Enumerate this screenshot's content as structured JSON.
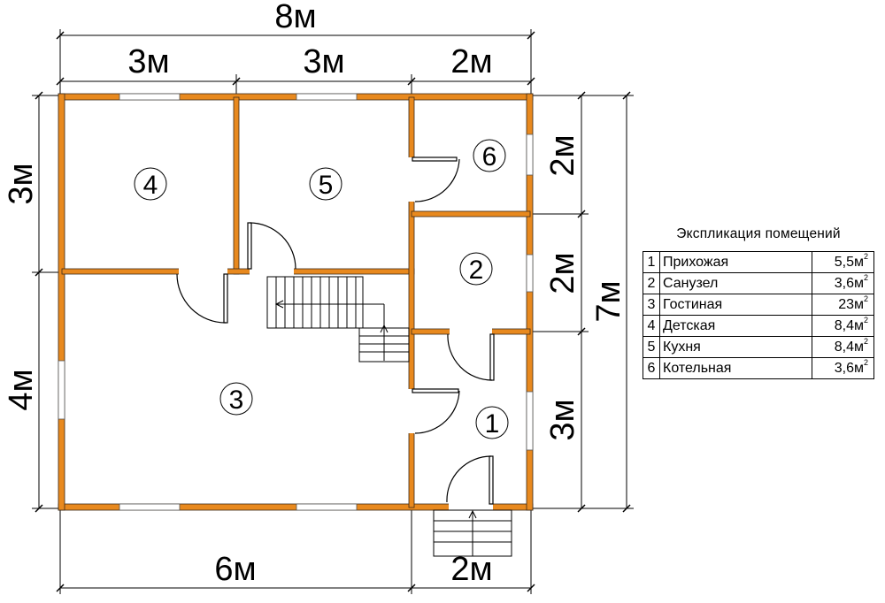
{
  "dimensions": {
    "total_width": "8м",
    "top_segments": [
      "3м",
      "3м",
      "2м"
    ],
    "bottom_left": "6м",
    "bottom_right": "2м",
    "left_upper": "3м",
    "left_lower": "4м",
    "right_segments": [
      "2м",
      "2м",
      "3м"
    ],
    "total_height": "7м"
  },
  "rooms": [
    "1",
    "2",
    "3",
    "4",
    "5",
    "6"
  ],
  "explication": {
    "title": "Экспликация помещений",
    "unit_sup": "2",
    "rows": [
      {
        "num": "1",
        "name": "Прихожая",
        "area": "5,5м"
      },
      {
        "num": "2",
        "name": "Санузел",
        "area": "3,6м"
      },
      {
        "num": "3",
        "name": "Гостиная",
        "area": "23м"
      },
      {
        "num": "4",
        "name": "Детская",
        "area": "8,4м"
      },
      {
        "num": "5",
        "name": "Кухня",
        "area": "8,4м"
      },
      {
        "num": "6",
        "name": "Котельная",
        "area": "3,6м"
      }
    ]
  },
  "colors": {
    "wall": "#E8891E",
    "wall_outline": "#3a2a1a",
    "window": "#ffffff",
    "line": "#000000"
  }
}
